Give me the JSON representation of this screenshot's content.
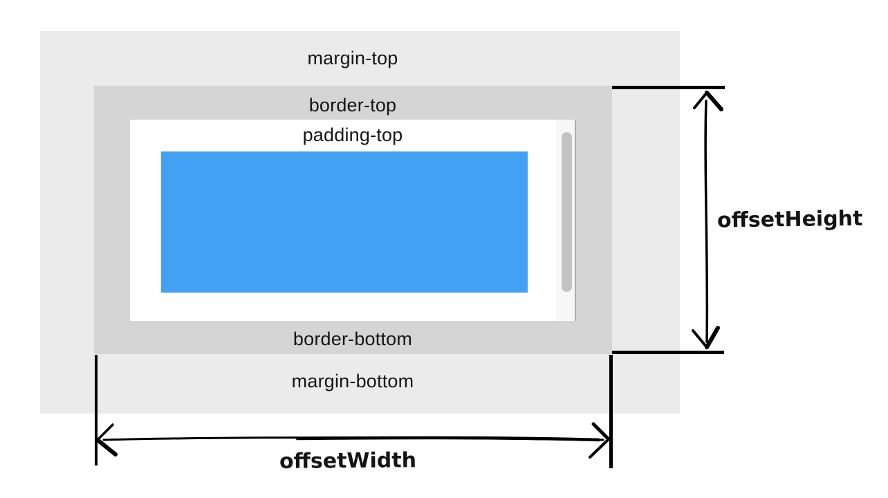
{
  "labels": {
    "margin_top": "margin-top",
    "border_top": "border-top",
    "padding_top": "padding-top",
    "border_bottom": "border-bottom",
    "margin_bottom": "margin-bottom"
  },
  "measurements": {
    "offset_height_label": "offsetHeight",
    "offset_width_label": "offsetWidth"
  },
  "colors": {
    "page_background": "#ffffff",
    "margin_area": "#ebebeb",
    "border_area": "#d5d5d5",
    "padding_area": "#ffffff",
    "content_area": "#42a1f3",
    "scrollbar_track": "#f7f7f7",
    "scrollbar_track_edge": "#aeaeae",
    "scrollbar_thumb": "#c3c3c3",
    "measure_line": "#000000"
  }
}
